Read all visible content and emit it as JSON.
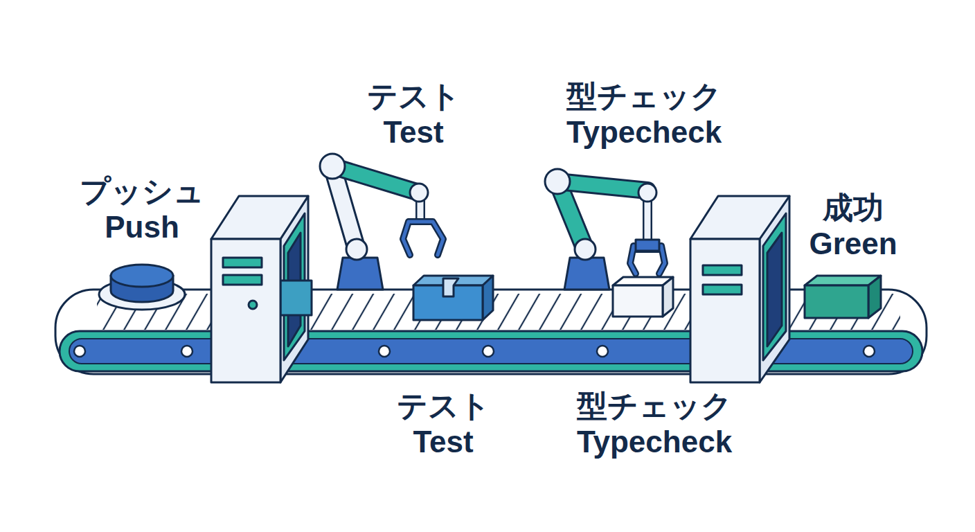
{
  "diagram": {
    "labels": [
      "テスト Test",
      "型チェック Typecheck",
      "プッシュ Push",
      "成功 Green",
      "テスト Test",
      "型チェック Typecheck"
    ]
  }
}
